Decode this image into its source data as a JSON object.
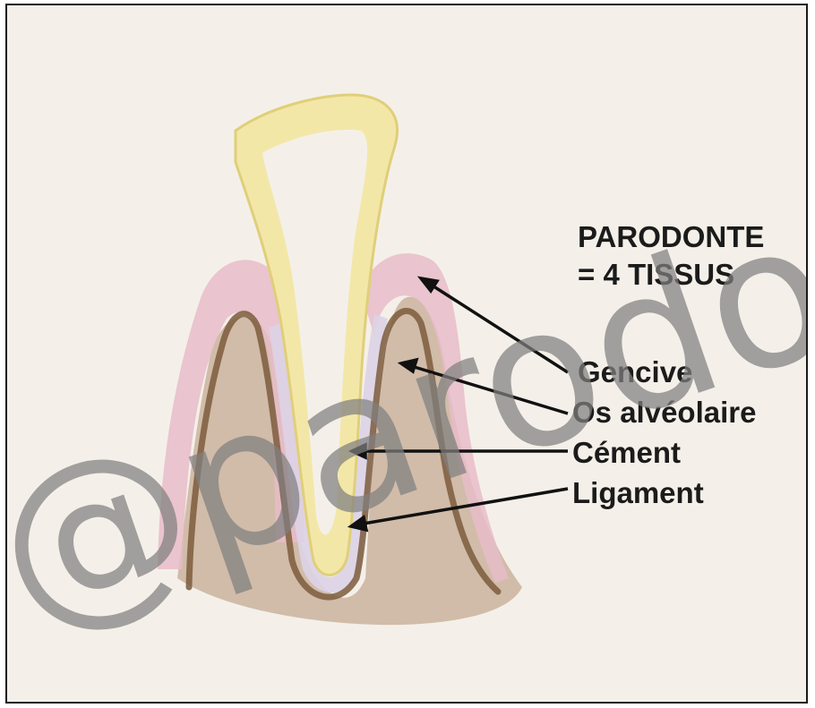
{
  "diagram": {
    "title_lines": [
      "PARODONTE",
      "= 4 TISSUS"
    ],
    "labels": {
      "gencive": "Gencive",
      "os_alveolaire": "Os alvéolaire",
      "cement": "Cément",
      "ligament": "Ligament"
    },
    "watermark": "@parodon"
  },
  "colors": {
    "background": "#f4f0e9",
    "gum": "#e8bcc9",
    "bone": "#c6ab93",
    "bone_outline": "#7d5c3c",
    "tooth": "#f3e7a8",
    "ligament": "#dcd3e6",
    "text": "#1b1b1b"
  }
}
